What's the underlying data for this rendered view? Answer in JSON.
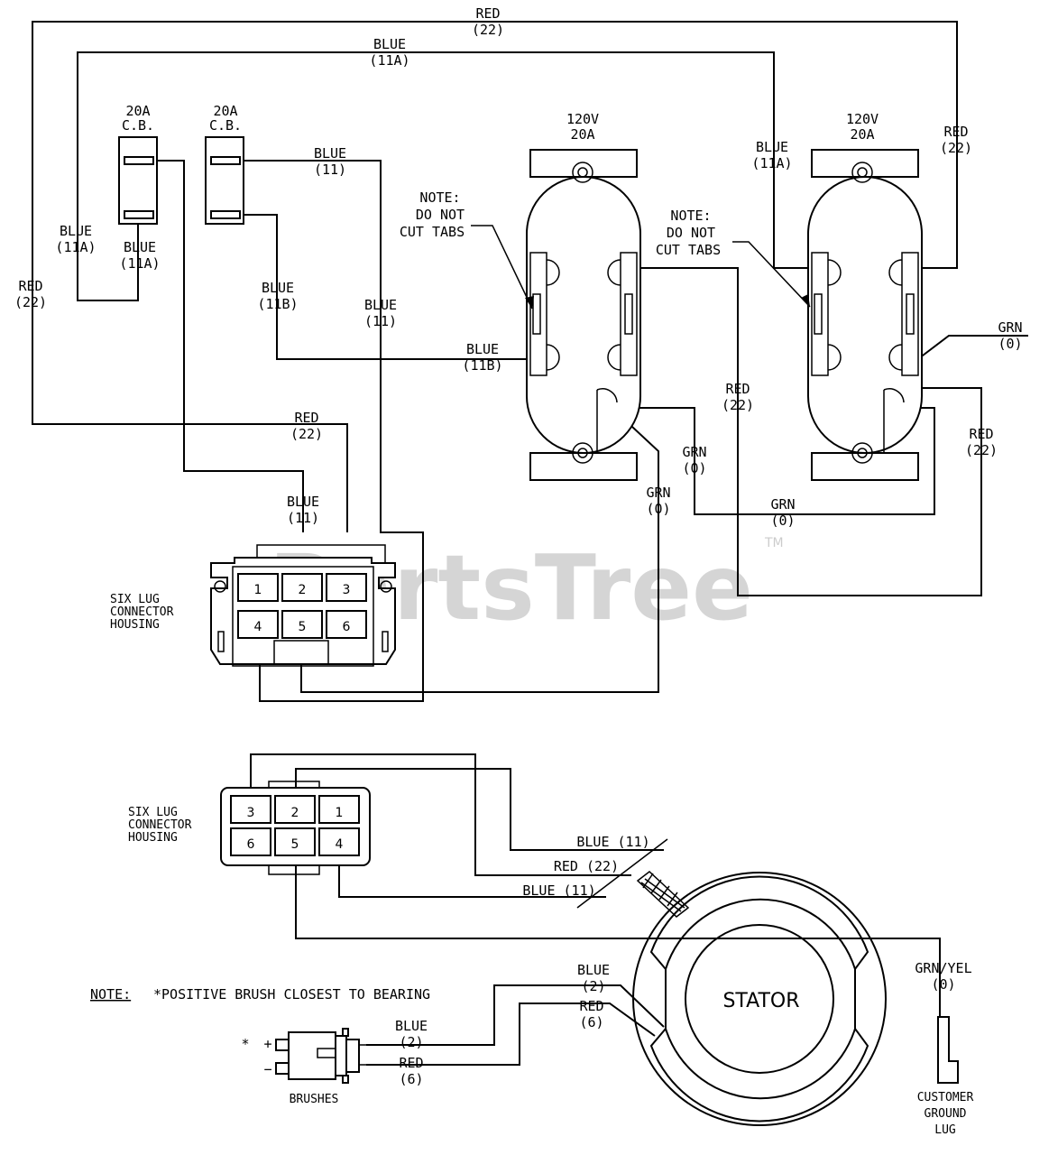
{
  "watermark": {
    "text": "PartsTree",
    "tm": "TM"
  },
  "breakers": [
    {
      "rating": "20A",
      "type": "C.B."
    },
    {
      "rating": "20A",
      "type": "C.B."
    }
  ],
  "receptacles": [
    {
      "voltage": "120V",
      "current": "20A"
    },
    {
      "voltage": "120V",
      "current": "20A"
    }
  ],
  "notes": {
    "tabs_line1": "NOTE:",
    "tabs_line2": "DO NOT",
    "tabs_line3": "CUT TABS",
    "brush_label": "NOTE:",
    "brush_text": "*POSITIVE BRUSH CLOSEST TO BEARING"
  },
  "connector": {
    "line1": "SIX LUG",
    "line2": "CONNECTOR",
    "line3": "HOUSING",
    "top_pins": [
      "1",
      "2",
      "3",
      "4",
      "5",
      "6"
    ],
    "bottom_pins": [
      "3",
      "2",
      "1",
      "6",
      "5",
      "4"
    ]
  },
  "wires": {
    "red": "RED",
    "blue": "BLUE",
    "grn": "GRN",
    "grn_yel": "GRN/YEL",
    "n22": "(22)",
    "n11a": "(11A)",
    "n11": "(11)",
    "n11b": "(11B)",
    "n0": "(0)",
    "n2": "(2)",
    "n6": "(6)",
    "blue11": "BLUE (11)",
    "red22": "RED (22)"
  },
  "stator": {
    "label": "STATOR"
  },
  "brushes": {
    "label": "BRUSHES",
    "star": "*",
    "plus": "+",
    "minus": "−"
  },
  "ground_lug": {
    "line1": "CUSTOMER",
    "line2": "GROUND",
    "line3": "LUG"
  }
}
